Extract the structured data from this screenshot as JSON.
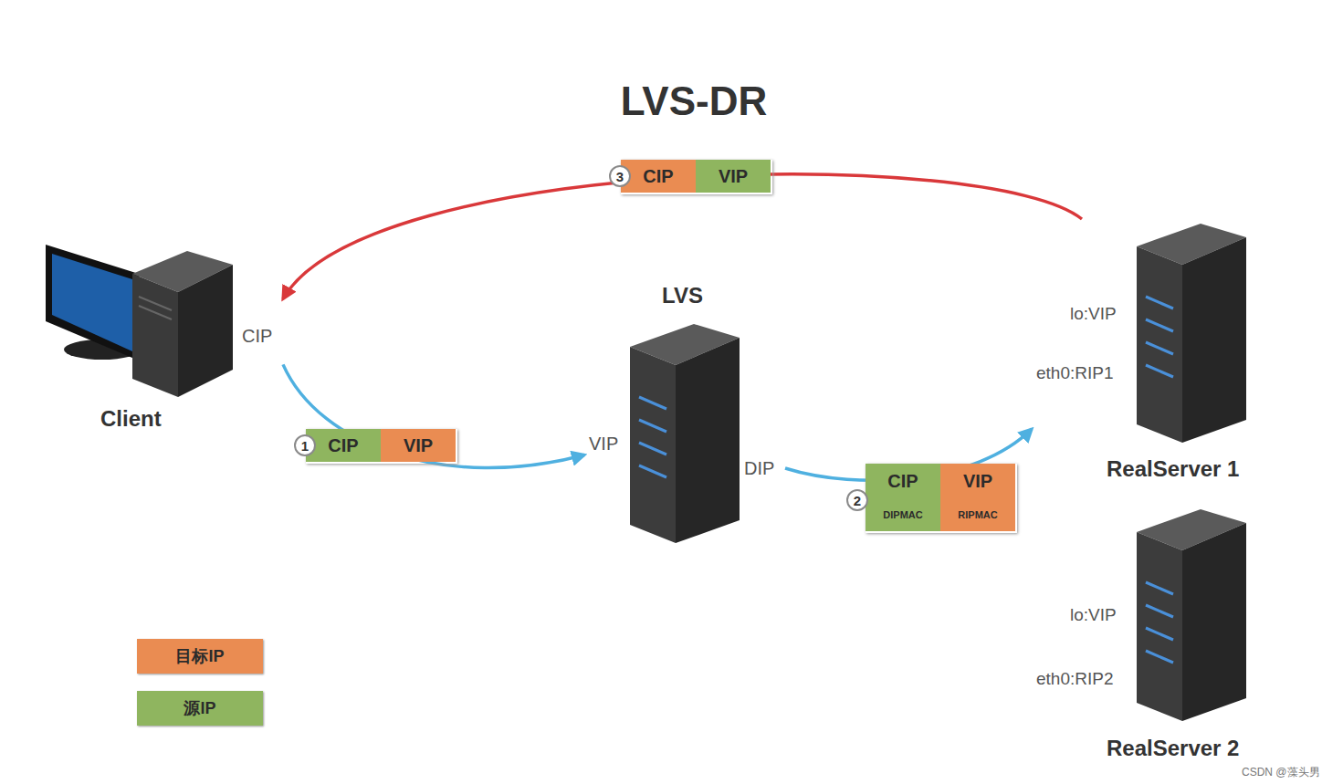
{
  "diagram": {
    "title": "LVS-DR",
    "nodes": [
      {
        "text": [
          "CIP",
          "VIP"
        ]
      },
      {
        "text": [
          "CIP",
          "Client"
        ]
      },
      {
        "text": [
          "LVS",
          "VIP",
          "DIP"
        ]
      },
      {
        "text": [
          "CIP",
          "VIP"
        ]
      },
      {
        "text": [
          "CIP",
          "VIP",
          "DIPMAC",
          "RIPMAC"
        ]
      },
      {
        "text": [
          "lo:VIP",
          "eth0:RIP1",
          "RealServer 1"
        ]
      },
      {
        "text": [
          "lo:VIP",
          "eth0:RIP2",
          "RealServer 2"
        ]
      }
    ],
    "edges": [
      {
        "from": 1,
        "to": 2,
        "arrow": "to"
      },
      {
        "from": 2,
        "to": 5,
        "arrow": "to"
      },
      {
        "from": 5,
        "to": 1,
        "arrow": "to"
      }
    ],
    "labels": [
      "3",
      "1",
      "2",
      "CSDN @藻头男"
    ],
    "legend": [
      {
        "text": "目标IP",
        "color": "#ea8c52"
      },
      {
        "text": "源IP",
        "color": "#8fb55f"
      }
    ]
  }
}
